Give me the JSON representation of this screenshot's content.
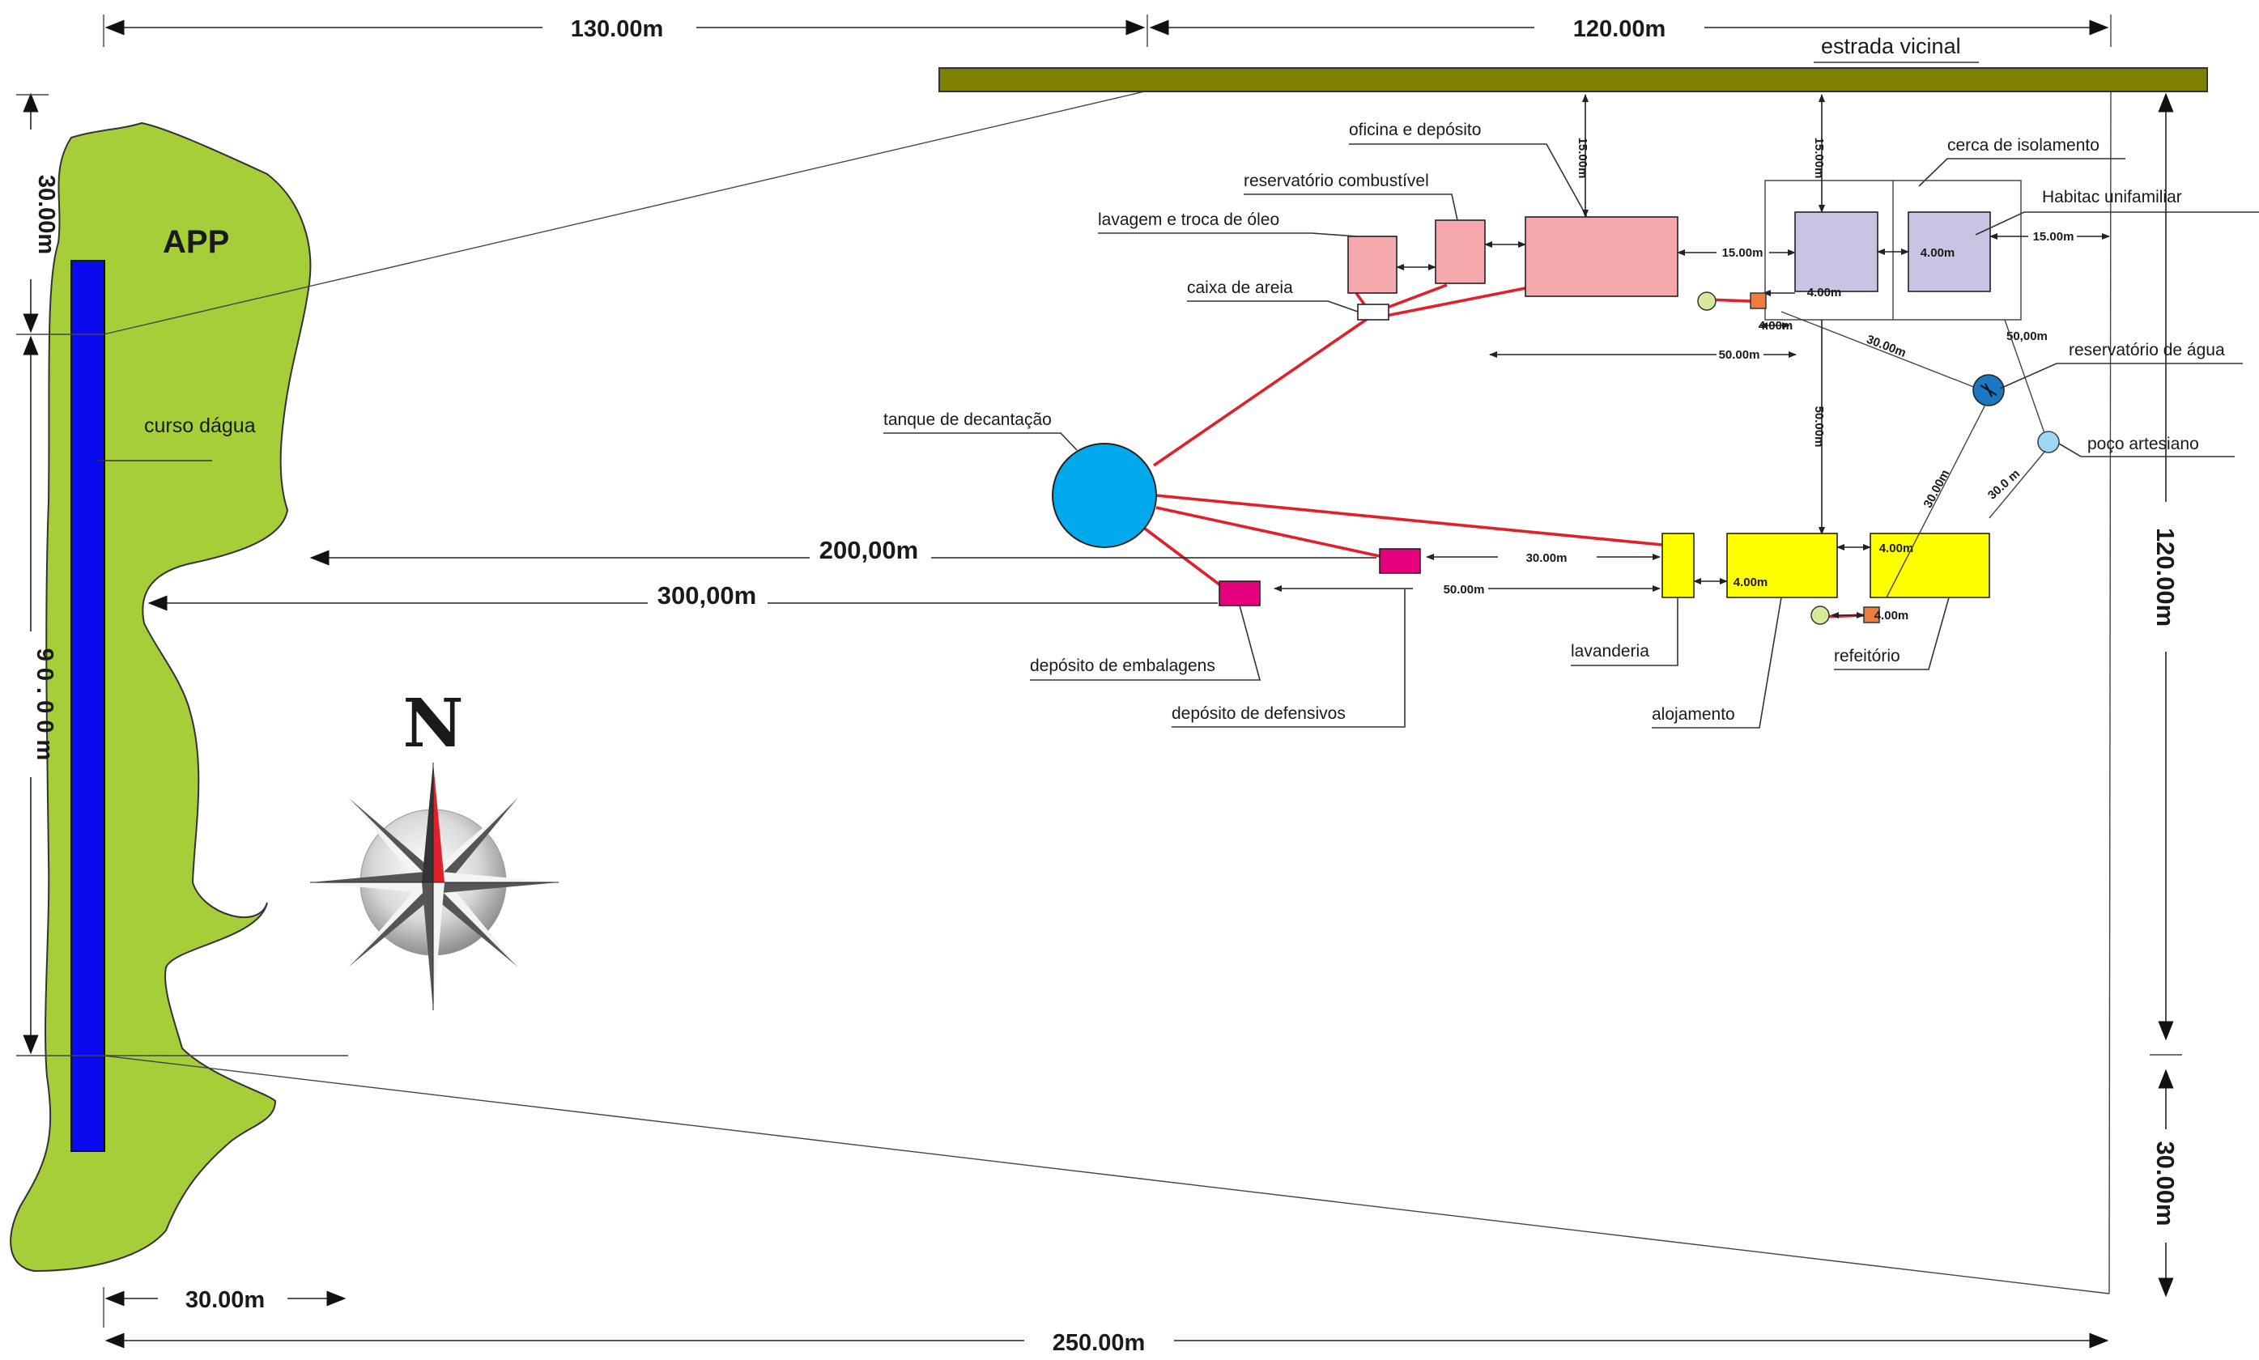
{
  "colors": {
    "app_area": "#a6ce39",
    "watercourse": "#0a0aee",
    "road": "#808000",
    "workshop_group": "#f5a9ac",
    "housing_group": "#c8c4e4",
    "service_group": "#ffff00",
    "deposit": "#e6007e",
    "tank": "#00a8ec",
    "pipe": "#e0202a",
    "small_marker": "#f07b3f",
    "well": "#9fd8f5",
    "reservoir": "#1a78c2",
    "junction": "#d8e89a"
  },
  "labels": {
    "app": "APP",
    "watercourse": "curso dágua",
    "road": "estrada vicinal",
    "workshop": "oficina e depósito",
    "fuel_tank": "reservatório combustível",
    "washing": "lavagem e troca de óleo",
    "sand_box": "caixa de areia",
    "settling_tank": "tanque de decantação",
    "fence": "cerca de isolamento",
    "house": "Habitac unifamiliar",
    "water_reservoir": "reservatório de água",
    "well": "poço artesiano",
    "packaging_deposit": "depósito de embalagens",
    "pesticide_deposit": "depósito de defensivos",
    "laundry": "lavanderia",
    "lodging": "alojamento",
    "cafeteria": "refeitório",
    "north": "N"
  },
  "dimensions": {
    "top_left": "130.00m",
    "top_right": "120.00m",
    "bottom_total": "250.00m",
    "bottom_left": "30.00m",
    "left_top": "30.00m",
    "left_mid": "9 0 . 0 0 m",
    "right_main": "120.00m",
    "right_bottom": "30.00m",
    "dist_200": "200,00m",
    "dist_300": "300,00m",
    "road_workshop": "15.00m",
    "road_house": "15.00m",
    "workshop_house": "15.00m",
    "house_right": "15.00m",
    "house_size_a": "4.00m",
    "house_size_b": "4.00m",
    "marker_gap": "4.00m",
    "fence_span": "50.00m",
    "fence_to_well": "50,00m",
    "to_reservoir": "30.00m",
    "house_to_lodging": "50.00m",
    "deposit_laundry": "30.00m",
    "deposit2_laundry": "50.00m",
    "lodging_size": "4.00m",
    "cafeteria_size": "4.00m",
    "cafeteria_marker": "4.00m",
    "cafeteria_reservoir": "30.00m",
    "cafeteria_well": "30.0 m"
  }
}
